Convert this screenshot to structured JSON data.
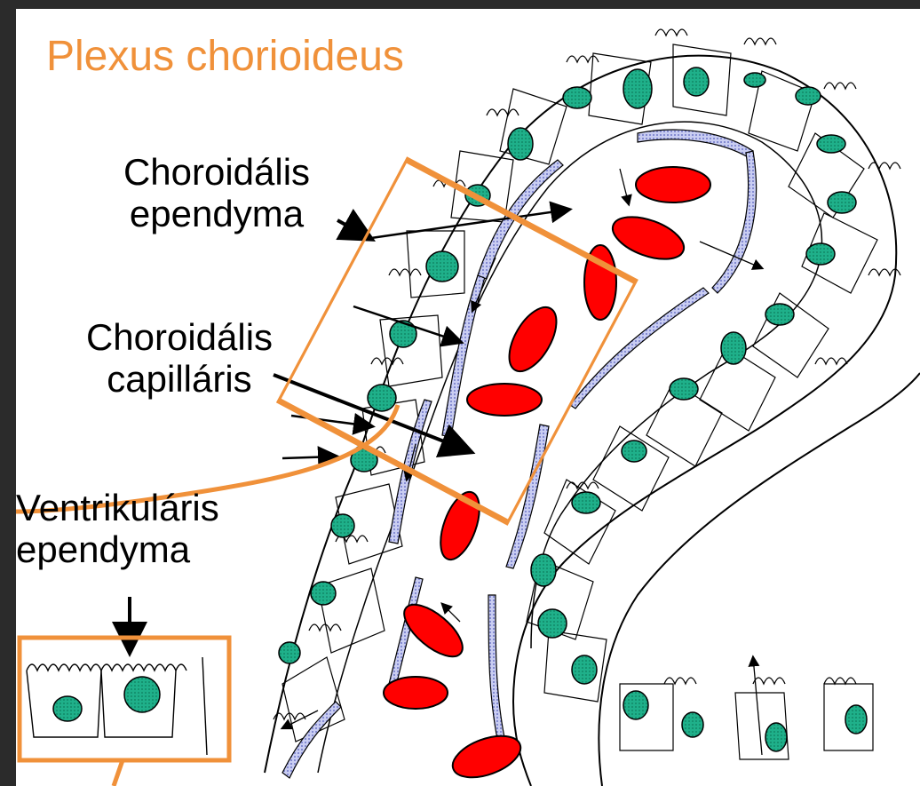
{
  "title": "Plexus chorioideus",
  "labels": {
    "choroidal_ependyma": [
      "Choroidális",
      "ependyma"
    ],
    "choroidal_capillary": [
      "Choroidális",
      "capilláris"
    ],
    "ventricular_ependyma": [
      "Ventrikuláris",
      "ependyma"
    ]
  },
  "colors": {
    "title": "#f0913a",
    "highlight_box": "#f0913a",
    "nucleus": "#1fb08a",
    "erythrocyte": "#ff0000",
    "endothelium": "#a6aee6",
    "background": "#ffffff",
    "frame": "#2b2b2b"
  }
}
